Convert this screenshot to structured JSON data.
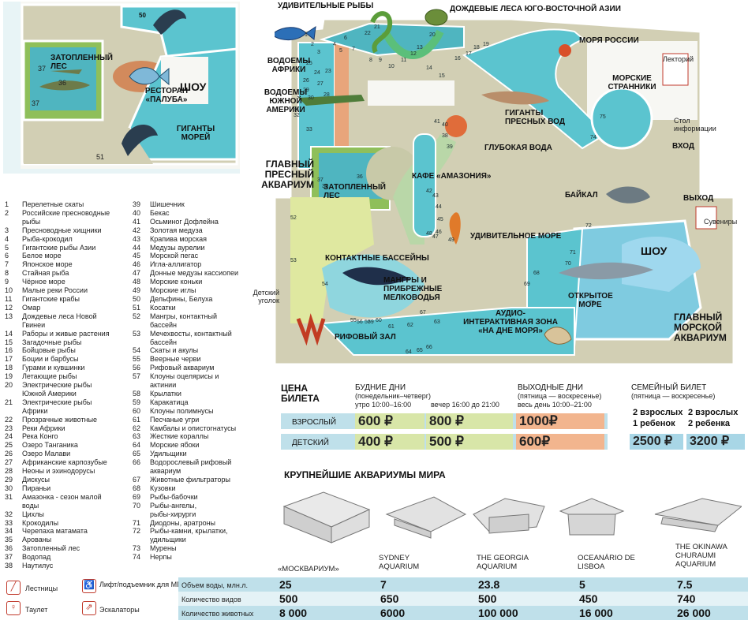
{
  "map": {
    "regions": {
      "amazing_fish": "УДИВИТЕЛЬНЫЕ РЫБЫ",
      "rainforest": "ДОЖДЕВЫЕ ЛЕСА ЮГО-ВОСТОЧНОЙ АЗИИ",
      "africa": "ВОДОЕМЫ АФРИКИ",
      "south_america": "ВОДОЕМЫ ЮЖНОЙ АМЕРИКИ",
      "russia_sea": "МОРЯ РОССИИ",
      "sea_wanderers": "МОРСКИЕ СТРАННИКИ",
      "giants": "ГИГАНТЫ ПРЕСНЫХ ВОД",
      "deep_water": "ГЛУБОКАЯ ВОДА",
      "fresh_main": "ГЛАВНЫЙ ПРЕСНЫЙ АКВАРИУМ",
      "cafe": "КАФЕ «АМАЗОНИЯ»",
      "flooded": "ЗАТОПЛЕННЫЙ ЛЕС",
      "baikal": "БАЙКАЛ",
      "amazing_sea": "УДИВИТЕЛЬНОЕ МОРЕ",
      "contact": "КОНТАКТНЫЕ БАССЕЙНЫ",
      "mangroves": "МАНГРЫ И ПРИБРЕЖНЫЕ МЕЛКОВОДЬЯ",
      "audio": "АУДИО-ИНТЕРАКТИВНАЯ ЗОНА «НА ДНЕ МОРЯ»",
      "reef": "РИФОВЫЙ ЗАЛ",
      "show": "ШОУ",
      "open_sea": "ОТКРЫТОЕ МОРЕ",
      "sea_main": "ГЛАВНЫЙ МОРСКОЙ АКВАРИУМ",
      "kids": "Детский уголок",
      "lecture": "Лекторий",
      "info": "Стол информации",
      "entrance": "ВХОД",
      "exit": "ВЫХОД",
      "souvenirs": "Сувениры"
    },
    "upper": {
      "flooded": "ЗАТОПЛЕННЫЙ ЛЕС",
      "restaurant": "РЕСТОРАН «ПАЛУБА»",
      "show": "ШОУ",
      "sea_giants": "ГИГАНТЫ МОРЕЙ",
      "n50": "50",
      "n37a": "37",
      "n36": "36",
      "n37b": "37",
      "n51": "51"
    },
    "numbers": [
      {
        "t": "1"
      },
      {
        "t": "2"
      },
      {
        "t": "3"
      },
      {
        "t": "4"
      },
      {
        "t": "5"
      },
      {
        "t": "6"
      },
      {
        "t": "7"
      },
      {
        "t": "8"
      },
      {
        "t": "9"
      },
      {
        "t": "10"
      },
      {
        "t": "11"
      },
      {
        "t": "12"
      },
      {
        "t": "13"
      },
      {
        "t": "14"
      },
      {
        "t": "15"
      },
      {
        "t": "16"
      },
      {
        "t": "17"
      },
      {
        "t": "18"
      },
      {
        "t": "19"
      },
      {
        "t": "20"
      },
      {
        "t": "21"
      },
      {
        "t": "22"
      },
      {
        "t": "23"
      },
      {
        "t": "24"
      },
      {
        "t": "25"
      },
      {
        "t": "26"
      },
      {
        "t": "27"
      },
      {
        "t": "28"
      },
      {
        "t": "29"
      },
      {
        "t": "30"
      },
      {
        "t": "31"
      },
      {
        "t": "32"
      },
      {
        "t": "33"
      },
      {
        "t": "35"
      },
      {
        "t": "36"
      },
      {
        "t": "37"
      },
      {
        "t": "38"
      },
      {
        "t": "39"
      },
      {
        "t": "40"
      },
      {
        "t": "41"
      },
      {
        "t": "42"
      },
      {
        "t": "43"
      },
      {
        "t": "44"
      },
      {
        "t": "45"
      },
      {
        "t": "46"
      },
      {
        "t": "47"
      },
      {
        "t": "48"
      },
      {
        "t": "49"
      },
      {
        "t": "52"
      },
      {
        "t": "53"
      },
      {
        "t": "54"
      },
      {
        "t": "55"
      },
      {
        "t": "56"
      },
      {
        "t": "57"
      },
      {
        "t": "59"
      },
      {
        "t": "60"
      },
      {
        "t": "61"
      },
      {
        "t": "62"
      },
      {
        "t": "63"
      },
      {
        "t": "64"
      },
      {
        "t": "65"
      },
      {
        "t": "66"
      },
      {
        "t": "67"
      },
      {
        "t": "68"
      },
      {
        "t": "69"
      },
      {
        "t": "70"
      },
      {
        "t": "71"
      },
      {
        "t": "72"
      },
      {
        "t": "73"
      },
      {
        "t": "74"
      },
      {
        "t": "75"
      }
    ]
  },
  "legend": {
    "col1": [
      [
        "1",
        "Перелетные скаты"
      ],
      [
        "2",
        "Российские пресноводные"
      ],
      [
        "",
        "рыбы"
      ],
      [
        "3",
        "Пресноводные хищники"
      ],
      [
        "4",
        "Рыба-крокодил"
      ],
      [
        "5",
        "Гигантские рыбы Азии"
      ],
      [
        "6",
        "Белое море"
      ],
      [
        "7",
        "Японское море"
      ],
      [
        "8",
        "Стайная рыба"
      ],
      [
        "9",
        "Чёрное море"
      ],
      [
        "10",
        "Малые реки России"
      ],
      [
        "11",
        "Гигантские крабы"
      ],
      [
        "12",
        "Омар"
      ],
      [
        "13",
        "Дождевые леса Новой"
      ],
      [
        "",
        "Гвинеи"
      ],
      [
        "14",
        "Раборы и живые растения"
      ],
      [
        "15",
        "Загадочные рыбы"
      ],
      [
        "16",
        "Бойцовые рыбы"
      ],
      [
        "17",
        "Боции и барбусы"
      ],
      [
        "18",
        "Гурами и кувшинки"
      ],
      [
        "19",
        "Летающие рыбы"
      ],
      [
        "20",
        "Электрические рыбы"
      ],
      [
        "",
        "Южной Америки"
      ],
      [
        "21",
        "Электрические рыбы"
      ],
      [
        "",
        "Африки"
      ],
      [
        "22",
        "Прозрачные животные"
      ],
      [
        "23",
        "Реки Африки"
      ],
      [
        "24",
        "Река Конго"
      ],
      [
        "25",
        "Озеро Танганика"
      ],
      [
        "26",
        "Озеро Малави"
      ],
      [
        "27",
        "Африканские карпозубые"
      ],
      [
        "28",
        "Неоны и эхинодорусы"
      ],
      [
        "29",
        "Дискусы"
      ],
      [
        "30",
        "Пираньи"
      ],
      [
        "31",
        "Амазонка - сезон малой"
      ],
      [
        "",
        "воды"
      ],
      [
        "32",
        "Цихлы"
      ],
      [
        "33",
        "Крокодилы"
      ],
      [
        "34",
        "Черепаха матамата"
      ],
      [
        "35",
        "Арованы"
      ],
      [
        "36",
        "Затопленный лес"
      ],
      [
        "37",
        "Водопад"
      ],
      [
        "38",
        "Наутилус"
      ]
    ],
    "col2": [
      [
        "39",
        "Шишечник"
      ],
      [
        "40",
        "Бекас"
      ],
      [
        "41",
        "Осьминог Дофлейна"
      ],
      [
        "42",
        "Золотая медуза"
      ],
      [
        "43",
        "Крапива морская"
      ],
      [
        "44",
        "Медузы аурелии"
      ],
      [
        "45",
        "Морской пегас"
      ],
      [
        "46",
        "Игла-аллигатор"
      ],
      [
        "47",
        "Донные медузы кассиопеи"
      ],
      [
        "48",
        "Морские коньки"
      ],
      [
        "49",
        "Морские иглы"
      ],
      [
        "50",
        "Дельфины, Белуха"
      ],
      [
        "51",
        "Косатки"
      ],
      [
        "52",
        "Мангры, контактный"
      ],
      [
        "",
        "бассейн"
      ],
      [
        "53",
        "Мечехвосты, контактный"
      ],
      [
        "",
        "бассейн"
      ],
      [
        "54",
        "Скаты и акулы"
      ],
      [
        "55",
        "Веерные черви"
      ],
      [
        "56",
        "Рифовый аквариум"
      ],
      [
        "57",
        "Клоуны оцелярисы и"
      ],
      [
        "",
        "актинии"
      ],
      [
        "58",
        "Крылатки"
      ],
      [
        "59",
        "Каракатица"
      ],
      [
        "60",
        "Клоуны полимнусы"
      ],
      [
        "61",
        "Песчаные угри"
      ],
      [
        "62",
        "Камбалы и опистогнатусы"
      ],
      [
        "63",
        "Жесткие кораллы"
      ],
      [
        "64",
        "Морские ябоки"
      ],
      [
        "65",
        "Удильщики"
      ],
      [
        "66",
        "Водорослевый рифовый"
      ],
      [
        "",
        "аквариум"
      ],
      [
        "67",
        "Животные фильтраторы"
      ],
      [
        "68",
        "Кузовки"
      ],
      [
        "69",
        "Рыбы-бабочки"
      ],
      [
        "70",
        "Рыбы-ангелы,"
      ],
      [
        "",
        "рыбы-хирурги"
      ],
      [
        "71",
        "Диодоны, аратроны"
      ],
      [
        "72",
        "Рыбы-камни, крылатки,"
      ],
      [
        "",
        "удильщики"
      ],
      [
        "73",
        "Мурены"
      ],
      [
        "74",
        "Нерпы"
      ]
    ],
    "icons": {
      "stairs": "Лестницы",
      "lift": "Лифт/подъемник для МГН",
      "toilet": "Таулет",
      "escalator": "Эскалаторы"
    }
  },
  "prices": {
    "title": "ЦЕНА БИЛЕТА",
    "weekdays": "БУДНИЕ ДНИ",
    "weekdays_sub": "(понедельник–четверг)",
    "morning": "утро 10:00–16:00",
    "evening": "вечер 16:00 до 21:00",
    "weekend": "ВЫХОДНЫЕ ДНИ",
    "weekend_sub": "(пятница — воскресенье)",
    "weekend_time": "весь день 10:00–21:00",
    "family": "СЕМЕЙНЫЙ БИЛЕТ",
    "family_sub": "(пятница — воскресенье)",
    "adult": "ВЗРОСЛЫЙ",
    "child": "ДЕТСКИЙ",
    "adult_morning": "600 ₽",
    "adult_evening": "800 ₽",
    "adult_weekend": "1000₽",
    "child_morning": "400 ₽",
    "child_evening": "500 ₽",
    "child_weekend": "600₽",
    "fam1_a": "2 взрослых",
    "fam1_b": "1 ребенок",
    "fam2_a": "2 взрослых",
    "fam2_b": "2 ребенка",
    "fam1_price": "2500 ₽",
    "fam2_price": "3200 ₽"
  },
  "world": {
    "title": "КРУПНЕЙШИЕ АКВАРИУМЫ МИРА",
    "names": [
      "«МОСКВАРИУМ»",
      "SYDNEY AQUARIUM",
      "THE GEORGIA AQUARIUM",
      "OCEANÁRIO DE LISBOA",
      "THE OKINAWA CHURAUMI AQUARIUM"
    ],
    "rows": [
      {
        "label": "Объем воды, млн.л.",
        "values": [
          "25",
          "7",
          "23.8",
          "5",
          "7.5"
        ]
      },
      {
        "label": "Количество видов",
        "values": [
          "500",
          "650",
          "500",
          "450",
          "740"
        ]
      },
      {
        "label": "Количество животных",
        "values": [
          "8 000",
          "6000",
          "100 000",
          "16 000",
          "26 000"
        ]
      }
    ]
  },
  "colors": {
    "floor": "#d2cfb4",
    "water": "#5bc4cf",
    "water_dark": "#2a8f9b",
    "wall": "#ffffff",
    "price_green": "#d8e6a8",
    "price_orange": "#f2b58e",
    "price_blue": "#a8d6e6",
    "table_blue": "#bfe0ea"
  }
}
